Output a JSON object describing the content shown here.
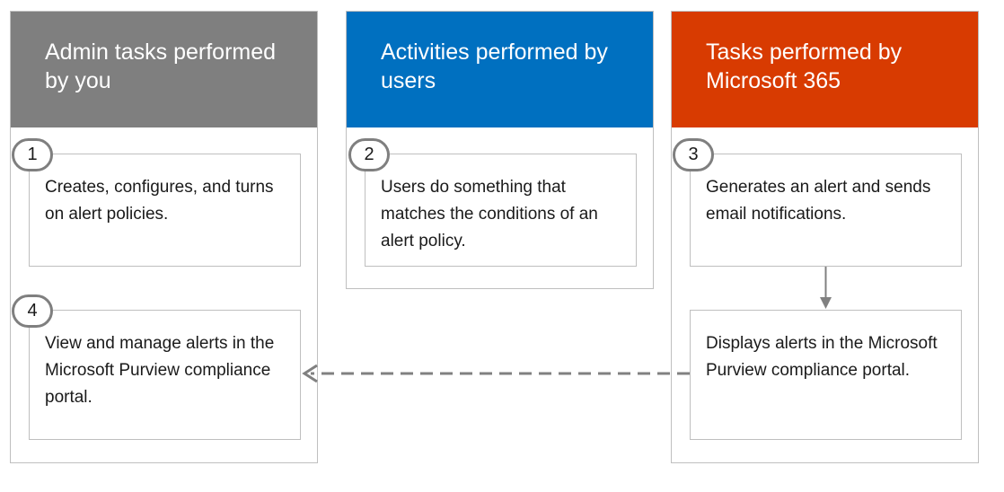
{
  "columns": [
    {
      "title": "Admin tasks performed by you",
      "color": "#7f7f7f"
    },
    {
      "title": "Activities performed by users",
      "color": "#0070c0"
    },
    {
      "title": "Tasks performed by Microsoft 365",
      "color": "#d83b01"
    }
  ],
  "steps": [
    {
      "number": "1",
      "text": "Creates, configures, and turns on alert policies."
    },
    {
      "number": "2",
      "text": "Users do something that matches the conditions of an alert policy."
    },
    {
      "number": "3",
      "text": "Generates an alert and sends email notifications."
    },
    {
      "number": "",
      "text": "Displays alerts in the Microsoft Purview compliance portal."
    },
    {
      "number": "4",
      "text": "View and manage alerts in the Microsoft Purview compliance portal."
    }
  ],
  "colors": {
    "border": "#bfbfbf",
    "badge_border": "#7f7f7f",
    "arrow": "#808080"
  }
}
